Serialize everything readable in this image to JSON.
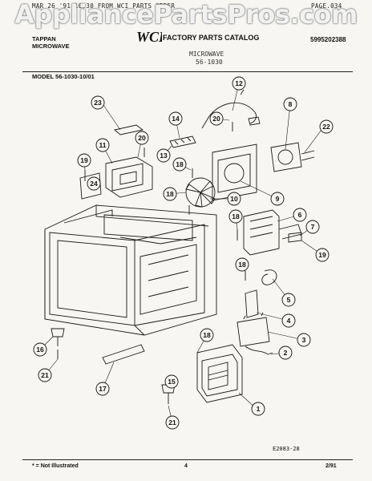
{
  "fax_header": {
    "left": "MAR 26 '91 10:30   FROM WCI PARTS ORDER",
    "right": "PAGE.034"
  },
  "watermark": "AppliancePartsPros.com",
  "brand": {
    "line1": "TAPPAN",
    "line2": "MICROWAVE"
  },
  "logo": "WCI",
  "catalog_title": "FACTORY PARTS CATALOG",
  "part_number": "5995202388",
  "appliance_type": "MICROWAVE",
  "catalog_model": "56-1030",
  "model_label": "MODEL 56-1030-10/01",
  "callouts": [
    "1",
    "2",
    "3",
    "4",
    "5",
    "6",
    "7",
    "8",
    "9",
    "10",
    "11",
    "12",
    "13",
    "14",
    "15",
    "16",
    "17",
    "18",
    "18",
    "18",
    "18",
    "18",
    "19",
    "19",
    "20",
    "20",
    "21",
    "21",
    "22",
    "23",
    "24"
  ],
  "drawing_code": "E2083-28",
  "footer": {
    "legend": "* = Not Illustrated",
    "page": "4",
    "date": "2/91"
  },
  "colors": {
    "paper": "#f7f6f2",
    "ink": "#111111"
  }
}
